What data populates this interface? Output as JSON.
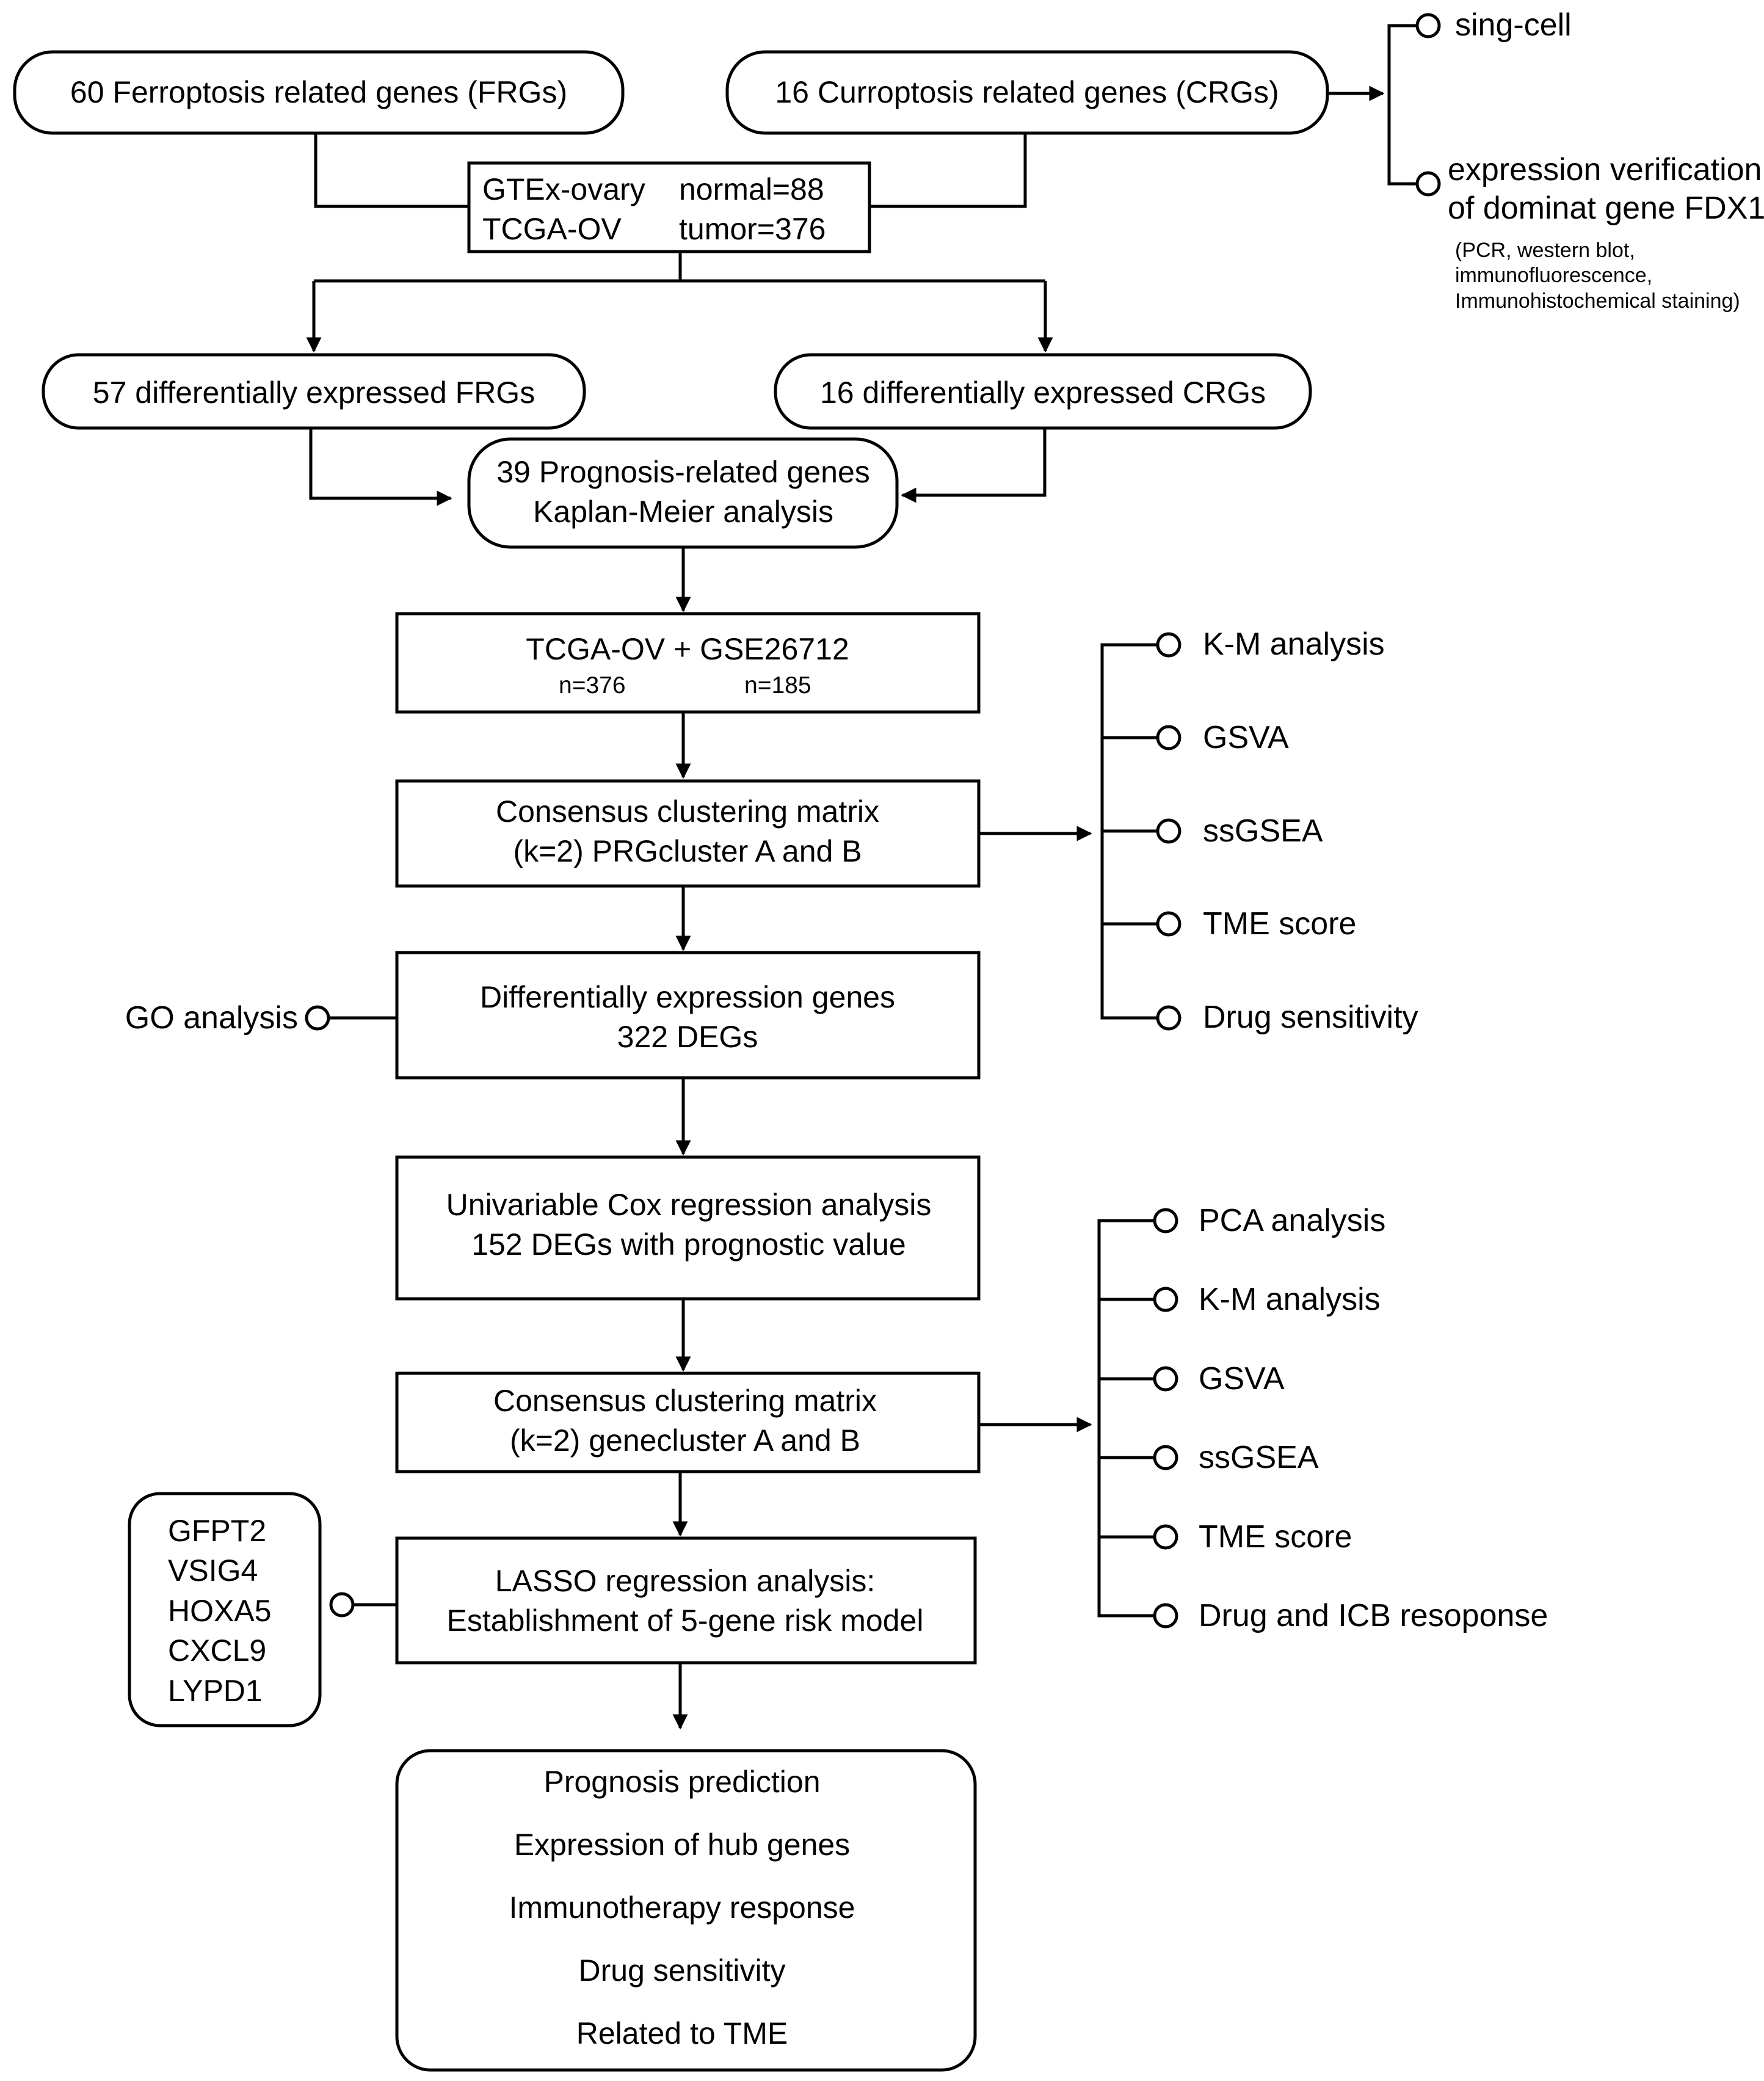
{
  "top": {
    "frgs_box": "60 Ferroptosis related genes (FRGs)",
    "crgs_box": "16 Curroptosis related genes (CRGs)",
    "dataset_box": {
      "line1_left": "GTEx-ovary",
      "line1_right": "normal=88",
      "line2_left": "TCGA-OV",
      "line2_right": "tumor=376"
    },
    "crg_branches": {
      "item1": "sing-cell",
      "item2_line1": "expression verification",
      "item2_line2": "of dominat gene FDX1",
      "note_line1": "(PCR, western blot,",
      "note_line2": "immunofluorescence,",
      "note_line3": "Immunohistochemical staining)"
    }
  },
  "diff": {
    "frgs": "57 differentially expressed FRGs",
    "crgs": "16 differentially expressed CRGs"
  },
  "prognosis_box": {
    "line1": "39 Prognosis-related genes",
    "line2": "Kaplan-Meier analysis"
  },
  "cohort_box": {
    "line1": "TCGA-OV + GSE26712",
    "n_left": "n=376",
    "n_right": "n=185"
  },
  "prg_cluster_box": {
    "line1": "Consensus clustering matrix",
    "line2": "(k=2) PRGcluster A and B"
  },
  "prg_branches": [
    "K-M analysis",
    "GSVA",
    "ssGSEA",
    "TME score",
    "Drug sensitivity"
  ],
  "deg_box": {
    "line1": "Differentially expression genes",
    "line2": "322 DEGs"
  },
  "go_label": "GO analysis",
  "cox_box": {
    "line1": "Univariable Cox regression analysis",
    "line2": "152 DEGs with prognostic value"
  },
  "gene_cluster_box": {
    "line1": "Consensus clustering matrix",
    "line2": "(k=2) genecluster A and B"
  },
  "gene_branches": [
    "PCA analysis",
    "K-M analysis",
    "GSVA",
    "ssGSEA",
    "TME score",
    "Drug and ICB resoponse"
  ],
  "lasso_box": {
    "line1": "LASSO regression analysis:",
    "line2": "Establishment of 5-gene risk model"
  },
  "hub_genes": [
    "GFPT2",
    "VSIG4",
    "HOXA5",
    "CXCL9",
    "LYPD1"
  ],
  "final_box": [
    "Prognosis prediction",
    "Expression of hub genes",
    "Immunotherapy response",
    "Drug sensitivity",
    "Related to TME"
  ]
}
